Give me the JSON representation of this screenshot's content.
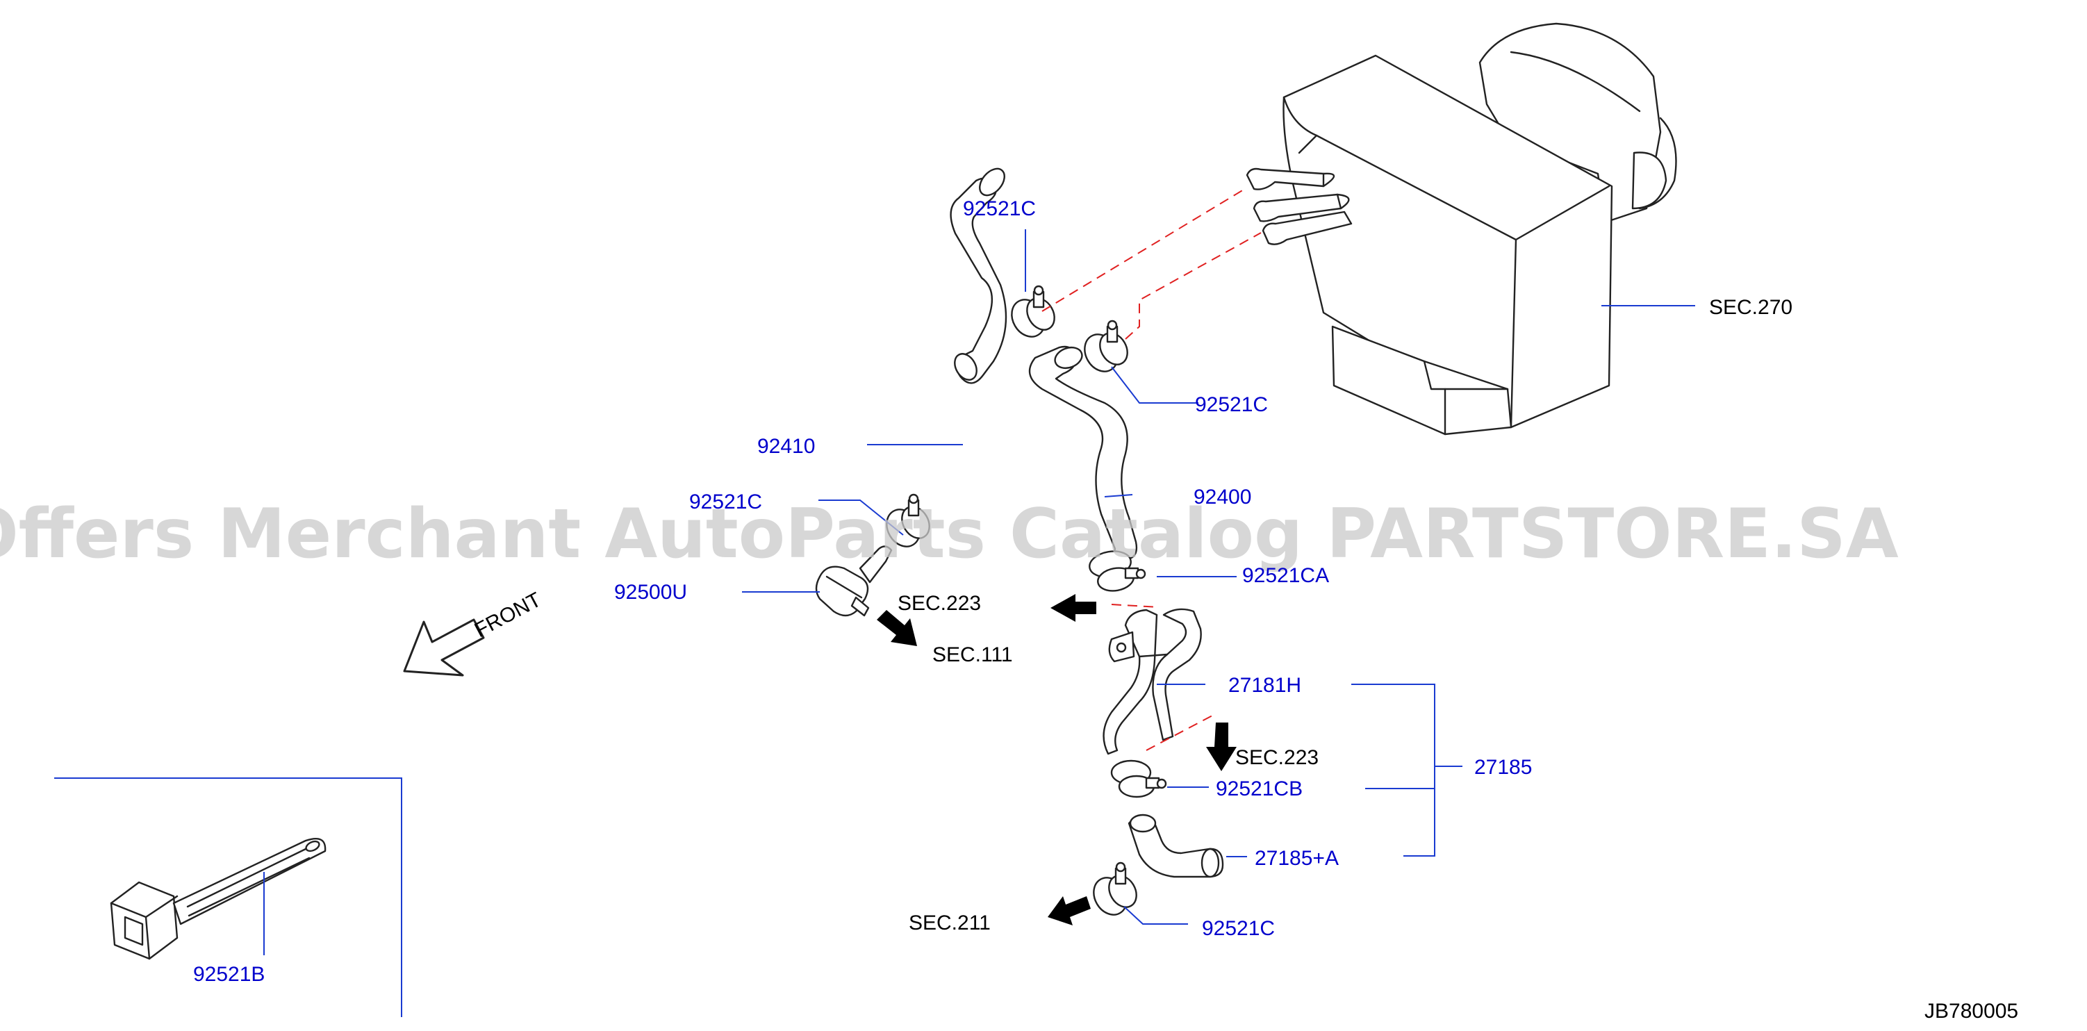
{
  "watermark": "Offers Merchant AutoParts Catalog PARTSTORE.SA",
  "diagram_code": "JB780005",
  "direction_label": "FRONT",
  "colors": {
    "part_label": "#0000cc",
    "leader": "#1a3bd1",
    "reference_dash": "#e02020",
    "section_label": "#000000",
    "watermark": "#c9c9c9"
  },
  "parts": {
    "clamp_top": "92521C",
    "clamp_right": "92521C",
    "hose_left": "92410",
    "hose_right": "92400",
    "clamp_left": "92521C",
    "clamp_ca": "92521CA",
    "valve": "92500U",
    "pipe": "27181H",
    "clamp_cb": "92521CB",
    "hose_a": "27185+A",
    "assembly": "27185",
    "clamp_bottom": "92521C",
    "band": "92521B"
  },
  "sections": {
    "heater_unit": "SEC.270",
    "sec223_upper": "SEC.223",
    "sec111": "SEC.111",
    "sec223_lower": "SEC.223",
    "sec211": "SEC.211"
  }
}
